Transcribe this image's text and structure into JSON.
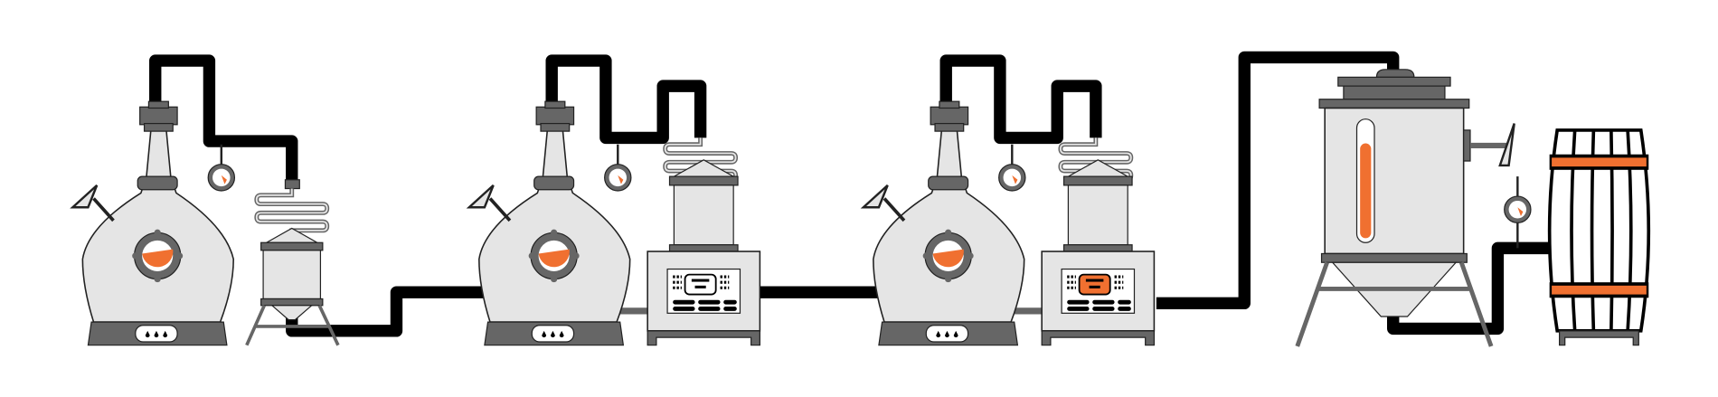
{
  "colors": {
    "background": "#ffffff",
    "pipe": "#000000",
    "metal_light": "#e5e5e5",
    "metal_dark": "#666666",
    "outline": "#222222",
    "liquid": "#f07030"
  },
  "stages": [
    {
      "type": "pot-still",
      "fill_level": 0.45
    },
    {
      "type": "pot-still",
      "fill_level": 0.45
    },
    {
      "type": "pot-still",
      "fill_level": 0.5
    },
    {
      "type": "condenser"
    },
    {
      "type": "controller-condenser",
      "display_active": false
    },
    {
      "type": "controller-condenser",
      "display_active": true
    },
    {
      "type": "storage-tank",
      "thermometer_level": 0.8
    },
    {
      "type": "barrel"
    }
  ]
}
